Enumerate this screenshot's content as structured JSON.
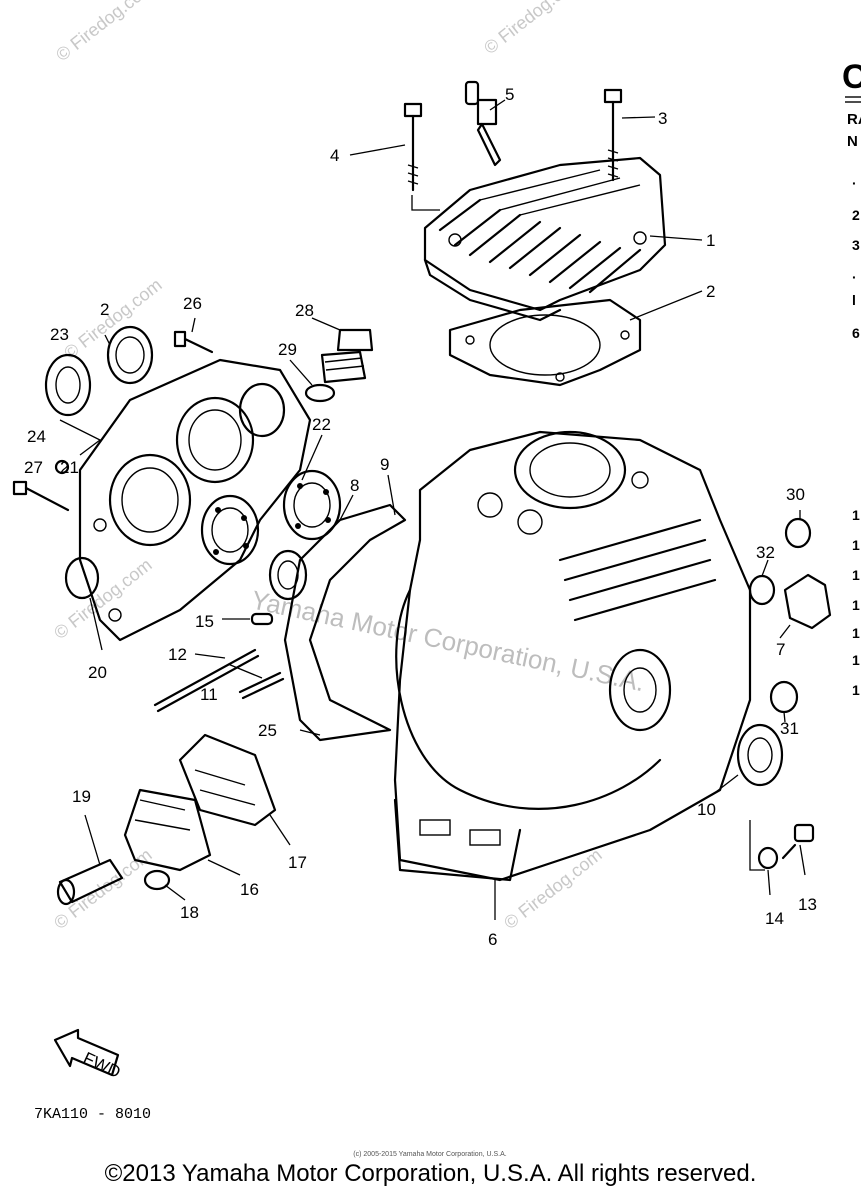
{
  "watermark": {
    "site": "© Firedog.com",
    "center": "Yamaha Motor Corporation, U.S.A."
  },
  "header_fragments": {
    "big_letter": "C",
    "row1": "RA",
    "row2": "N"
  },
  "callouts": [
    "1",
    "2",
    "3",
    "4",
    "5",
    "6",
    "7",
    "8",
    "9",
    "10",
    "11",
    "12",
    "13",
    "14",
    "15",
    "16",
    "17",
    "18",
    "19",
    "20",
    "22",
    "23",
    "24",
    "25",
    "26",
    "27",
    "28",
    "29",
    "30",
    "31",
    "32",
    "2",
    "21"
  ],
  "fwd_label": "FWD",
  "drawing_code": "7KA110 - 8010",
  "small_copyright": "(c) 2005-2015 Yamaha Motor Corporation, U.S.A.",
  "footer_copyright": "©2013 Yamaha Motor Corporation, U.S.A. All rights reserved."
}
